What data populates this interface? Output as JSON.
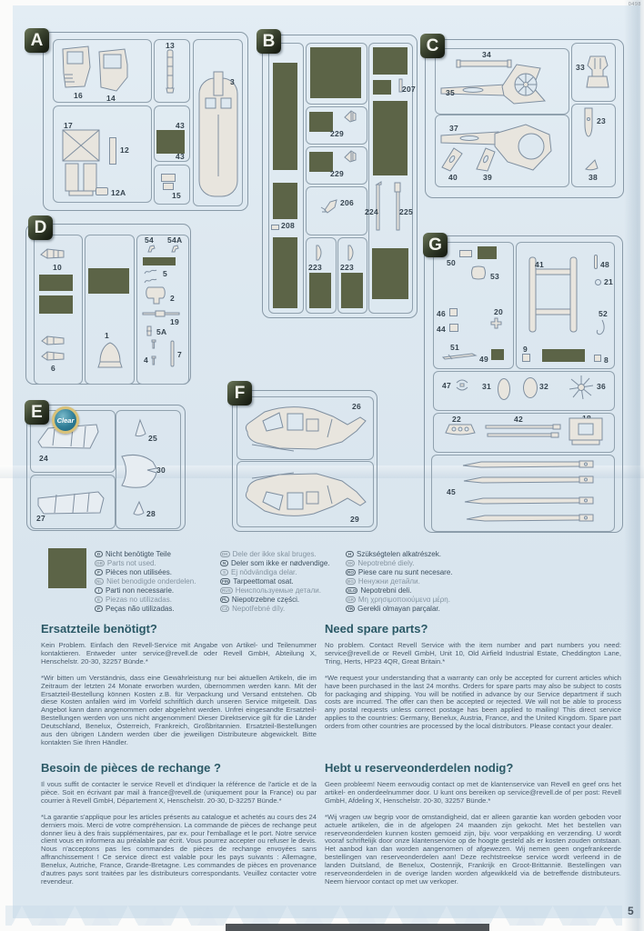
{
  "meta": {
    "page_number": "5",
    "print_code": "0498",
    "clear_label": "Clear"
  },
  "sprues": {
    "A": {
      "badge": "A",
      "parts": {
        "3": "3",
        "12": "12",
        "12A": "12A",
        "13": "13",
        "14": "14",
        "15": "15",
        "16": "16",
        "17": "17",
        "43": "43"
      }
    },
    "B": {
      "badge": "B",
      "parts": {
        "206": "206",
        "207": "207",
        "208": "208",
        "223": "223",
        "224": "224",
        "225": "225",
        "229": "229"
      }
    },
    "C": {
      "badge": "C",
      "parts": {
        "23": "23",
        "33": "33",
        "34": "34",
        "35": "35",
        "37": "37",
        "38": "38",
        "39": "39",
        "40": "40"
      }
    },
    "D": {
      "badge": "D",
      "parts": {
        "1": "1",
        "2": "2",
        "4": "4",
        "5": "5",
        "5A": "5A",
        "6": "6",
        "7": "7",
        "10": "10",
        "19": "19",
        "54": "54",
        "54A": "54A"
      }
    },
    "E": {
      "badge": "E",
      "parts": {
        "24": "24",
        "25": "25",
        "27": "27",
        "28": "28",
        "30": "30"
      }
    },
    "F": {
      "badge": "F",
      "parts": {
        "26": "26",
        "29": "29"
      }
    },
    "G": {
      "badge": "G",
      "parts": {
        "8": "8",
        "9": "9",
        "18": "18",
        "20": "20",
        "21": "21",
        "22": "22",
        "31": "31",
        "32": "32",
        "36": "36",
        "41": "41",
        "42": "42",
        "44": "44",
        "45": "45",
        "46": "46",
        "47": "47",
        "48": "48",
        "49": "49",
        "50": "50",
        "51": "51",
        "52": "52",
        "53": "53"
      }
    }
  },
  "legend": [
    [
      {
        "c": "D",
        "t": "Nicht benötigte Teile"
      },
      {
        "c": "GB",
        "t": "Parts not used."
      },
      {
        "c": "F",
        "t": "Pièces non utilisées."
      },
      {
        "c": "NL",
        "t": "Niet benodigde onderdelen."
      },
      {
        "c": "I",
        "t": "Parti non necessarie."
      },
      {
        "c": "E",
        "t": "Piezas no utilizadas."
      },
      {
        "c": "P",
        "t": "Peças não utilizadas."
      }
    ],
    [
      {
        "c": "DK",
        "t": "Dele der ikke skal bruges."
      },
      {
        "c": "N",
        "t": "Deler som ikke er nødvendige."
      },
      {
        "c": "S",
        "t": "Ej nödvändiga delar."
      },
      {
        "c": "FIN",
        "t": "Tarpeettomat osat."
      },
      {
        "c": "RUS",
        "t": "Неиспользуемые детали."
      },
      {
        "c": "PL",
        "t": "Niepotrzebne części."
      },
      {
        "c": "CZ",
        "t": "Nepotřebné díly."
      }
    ],
    [
      {
        "c": "H",
        "t": "Szükségtelen alkatrészek."
      },
      {
        "c": "SK",
        "t": "Nepotrebné diely."
      },
      {
        "c": "RO",
        "t": "Piese care nu sunt necesare."
      },
      {
        "c": "BG",
        "t": "Ненужни детайли."
      },
      {
        "c": "SLO",
        "t": "Nepotrebni deli."
      },
      {
        "c": "GR",
        "t": "Μη χρησιμοποιούμενα μέρη."
      },
      {
        "c": "TR",
        "t": "Gerekli olmayan parçalar."
      }
    ]
  ],
  "sections": {
    "de": {
      "title": "Ersatzteile benötigt?",
      "p1": "Kein Problem. Einfach den Revell-Service mit Angabe von Artikel- und Teilenummer kontaktieren. Entweder unter service@revell.de oder Revell GmbH, Abteilung X, Henschelstr. 20-30, 32257 Bünde.*",
      "p2": "*Wir bitten um Verständnis, dass eine Gewährleistung nur bei aktuellen Artikeln, die im Zeitraum der letzten 24 Monate erworben wurden, übernommen werden kann. Mit der Ersatzteil-Bestellung können Kosten z.B. für Verpackung und Versand entstehen. Ob diese Kosten anfallen wird im Vorfeld schriftlich durch unseren Service mitgeteilt. Das Angebot kann dann angenommen oder abgelehnt werden. Unfrei eingesandte Ersatzteil-Bestellungen werden von uns nicht angenommen! Dieser Direktservice gilt für die Länder Deutschland, Benelux, Österreich, Frankreich, Großbritannien. Ersatzteil-Bestellungen aus den übrigen Ländern werden über die jeweiligen Distributeure abgewickelt. Bitte kontakten Sie Ihren Händler."
    },
    "en": {
      "title": "Need spare parts?",
      "p1": "No problem. Contact Revell Service with the item number and part numbers you need: service@revell.de or Revell GmbH, Unit 10, Old Airfield Industrial Estate, Cheddington Lane, Tring, Herts, HP23 4QR, Great Britain.*",
      "p2": "*We request your understanding that a warranty can only be accepted for current articles which have been purchased in the last 24 months. Orders for spare parts may also be subject to costs for packaging and shipping. You will be notified in advance by our Service department if such costs are incurred. The offer can then be accepted or rejected. We will not be able to process any postal requests unless correct postage has been applied to mailing! This direct service applies to the countries: Germany, Benelux, Austria, France, and the United Kingdom. Spare part orders from other countries are processed by the local distributors. Please contact your dealer."
    },
    "fr": {
      "title": "Besoin de pièces de rechange ?",
      "p1": "Il vous suffit de contacter le service Revell et d'indiquer la référence de l'article et de la pièce. Soit en écrivant par mail à france@revell.de (uniquement pour la France) ou par courrier à Revell GmbH, Département X, Henschelstr. 20-30, D-32257 Bünde.*",
      "p2": "*La garantie s'applique pour les articles présents au catalogue et achetés au cours des 24 derniers mois. Merci de votre compréhension. La commande de pièces de rechange peut donner lieu à des frais supplémentaires, par ex. pour l'emballage et le port. Notre service client vous en informera au préalable par écrit. Vous pourrez accepter ou refuser le devis. Nous n'acceptons pas les commandes de pièces de rechange envoyées sans affranchissement ! Ce service direct est valable pour les pays suivants : Allemagne, Benelux, Autriche, France, Grande-Bretagne. Les commandes de pièces en provenance d'autres pays sont traitées par les distributeurs correspondants. Veuillez contacter votre revendeur."
    },
    "nl": {
      "title": "Hebt u reserveonderdelen nodig?",
      "p1": "Geen probleem! Neem eenvoudig contact op met de klantenservice van Revell en geef ons het artikel- en onderdeelnummer door. U kunt ons bereiken op service@revell.de of per post: Revell GmbH, Afdeling X, Henschelstr. 20-30, 32257 Bünde.*",
      "p2": "*Wij vragen uw begrip voor de omstandigheid, dat er alleen garantie kan worden geboden voor actuele artikelen, die in de afgelopen 24 maanden zijn gekocht. Met het bestellen van reserveonderdelen kunnen kosten gemoeid zijn, bijv. voor verpakking en verzending. U wordt vooraf schriftelijk door onze klantenservice op de hoogte gesteld als er kosten zouden ontstaan. Het aanbod kan dan worden aangenomen of afgewezen. Wij nemen geen ongefrankeerde bestellingen van reserveonderdelen aan! Deze rechtstreekse service wordt verleend in de landen Duitsland, de Benelux, Oostenrijk, Frankrijk en Groot-Brittannië. Bestellingen van reserveonderdelen in de overige landen worden afgewikkeld via de betreffende distributeurs. Neem hiervoor contact op met uw verkoper."
    }
  }
}
